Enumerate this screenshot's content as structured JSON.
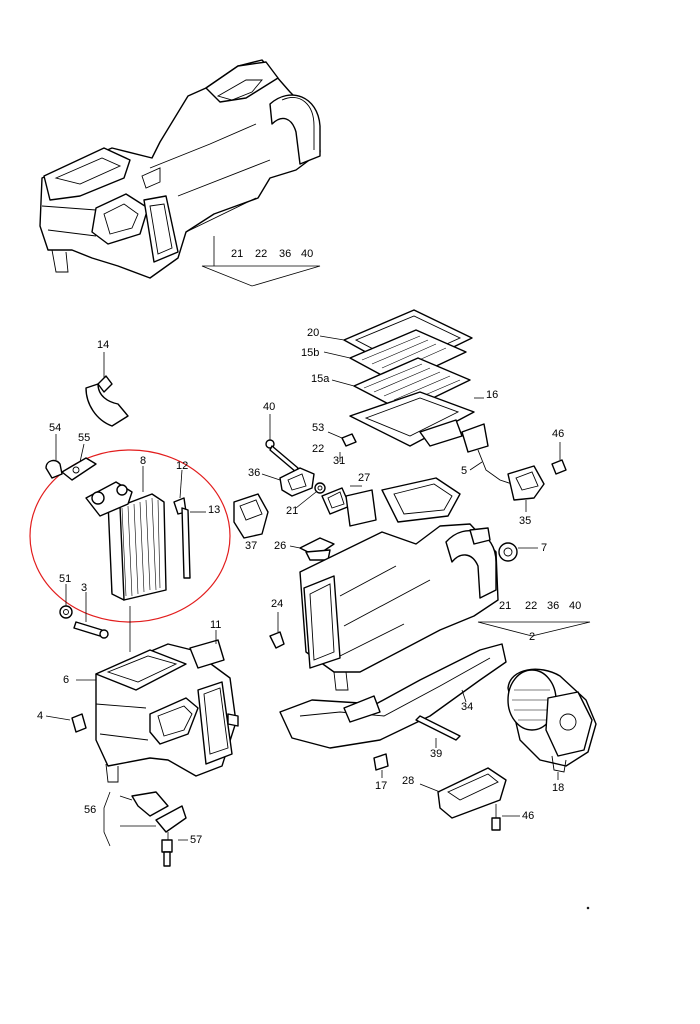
{
  "callouts": {
    "c14": "14",
    "c54": "54",
    "c55": "55",
    "c8": "8",
    "c12": "12",
    "c13": "13",
    "c51": "51",
    "c3": "3",
    "c11": "11",
    "c6": "6",
    "c4": "4",
    "c56": "56",
    "c57": "57",
    "c40a": "40",
    "c53": "53",
    "c22a": "22",
    "c31": "31",
    "c36a": "36",
    "c21a": "21",
    "c27": "27",
    "c37": "37",
    "c26": "26",
    "c24": "24",
    "c20": "20",
    "c15b": "15b",
    "c15a": "15a",
    "c16": "16",
    "c5": "5",
    "c46a": "46",
    "c35": "35",
    "c7": "7",
    "c34": "34",
    "c39": "39",
    "c17": "17",
    "c28": "28",
    "c46b": "46",
    "c18": "18",
    "grp1": {
      "n21": "21",
      "n22": "22",
      "n36": "36",
      "n40": "40"
    },
    "grp2": {
      "n21": "21",
      "n22": "22",
      "n36": "36",
      "n40": "40",
      "n2": "2"
    }
  },
  "highlight": {
    "color": "#e21d1d",
    "note": "red circle around heater core group (parts 8, 12, 13)"
  }
}
